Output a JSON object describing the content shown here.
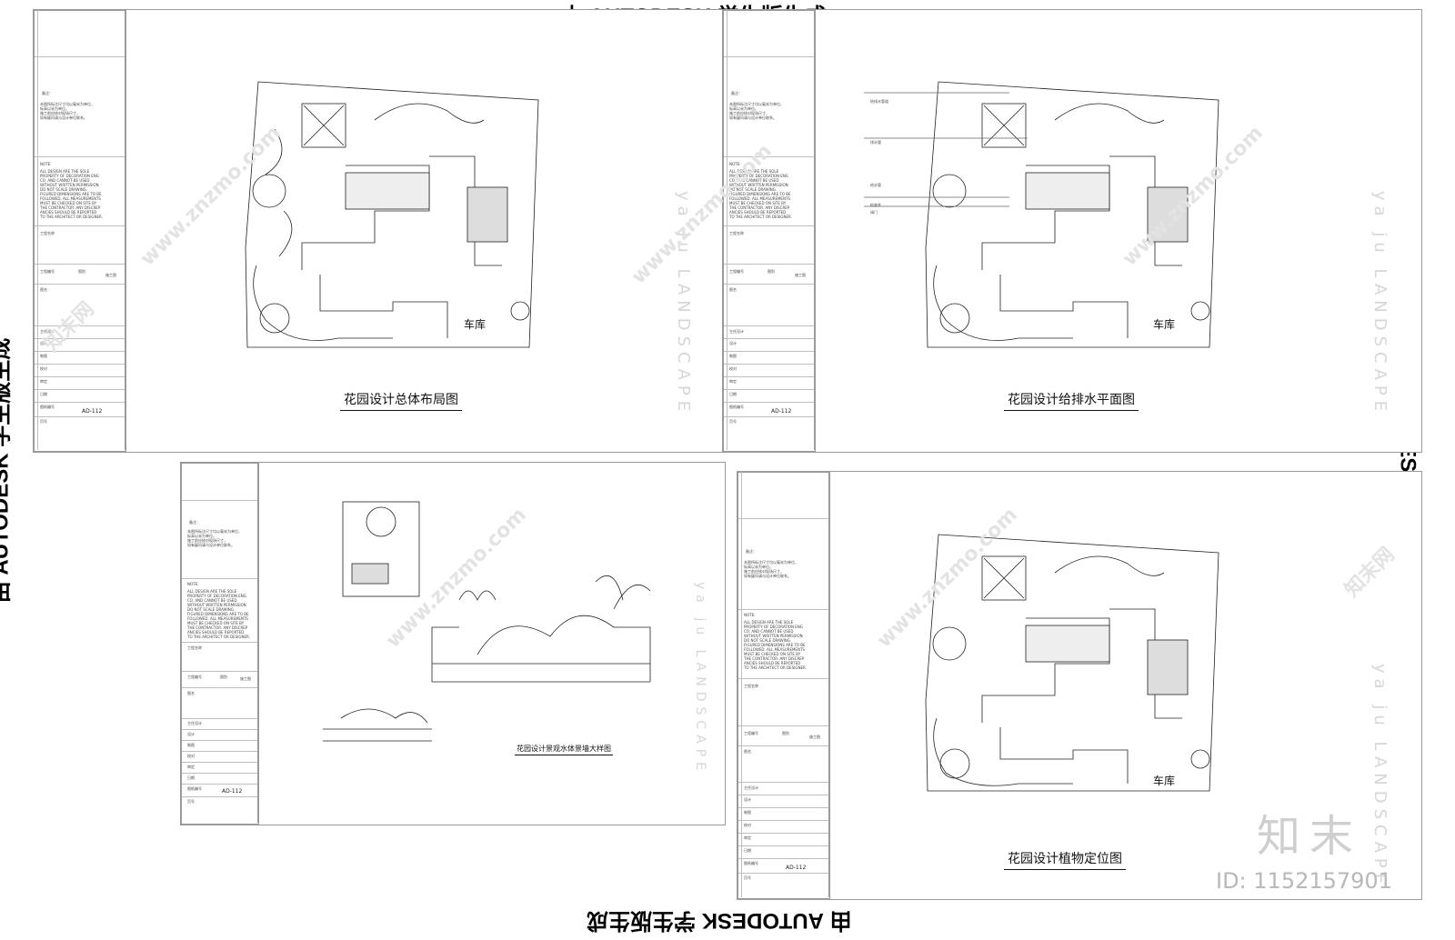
{
  "stamp": {
    "text": "由 AUTODESK 学生版生成"
  },
  "watermark": {
    "site": "www.znzmo.com",
    "brand_cn": "知末网"
  },
  "logo": {
    "text": "知末"
  },
  "id_text": "ID: 1152157901",
  "side_label": "ya ju LANDSCAPE",
  "garage_label": "车库",
  "sheets": [
    {
      "title": "花园设计总体布局图"
    },
    {
      "title": "花园设计给排水平面图"
    },
    {
      "title": "花园设计景观水体景墙大样图"
    },
    {
      "title": "花园设计植物定位图"
    }
  ],
  "title_block": {
    "remark_heading": "备注：",
    "remark_cn": "本图所标注尺寸均以毫米为单位，\n标高以米为单位。\n施工前应核对现场尺寸，\n如有疑问请与设计单位联系。",
    "note_heading": "NOTE:",
    "note_en": "ALL DESIGN ARE THE SOLE\nPROPERTY OF DECORATION ENG\nCO. AND CANNOT BE USED\nWITHOUT WRITTEN PERMISSION\nDO NOT SCALE DRAWING.\nFIGURED DIMENSIONS ARE TO BE\nFOLLOWED. ALL MEASUREMENTS\nMUST BE CHECKED ON SITE BY\nTHE CONTRACTOR. ANY DISCREP\nANCIES SHOULD BE REPORTED\nTO THE ARCHITECT OR DESIGNER.",
    "project_name": "工程名称",
    "project_no": "工程编号",
    "drawing_stage": "图别",
    "stage_value": "施工图",
    "drawing_title": "图名",
    "chief_designer": "主任设计",
    "design": "设计",
    "drawn": "制图",
    "check": "校对",
    "checked": "审定",
    "date": "日期",
    "drawing_no": "图纸编号",
    "page_no": "页号",
    "code": "AD-112"
  },
  "drainage_legends": [
    "给排水管道",
    "排水管",
    "给水管",
    "检查井",
    "阀门"
  ]
}
